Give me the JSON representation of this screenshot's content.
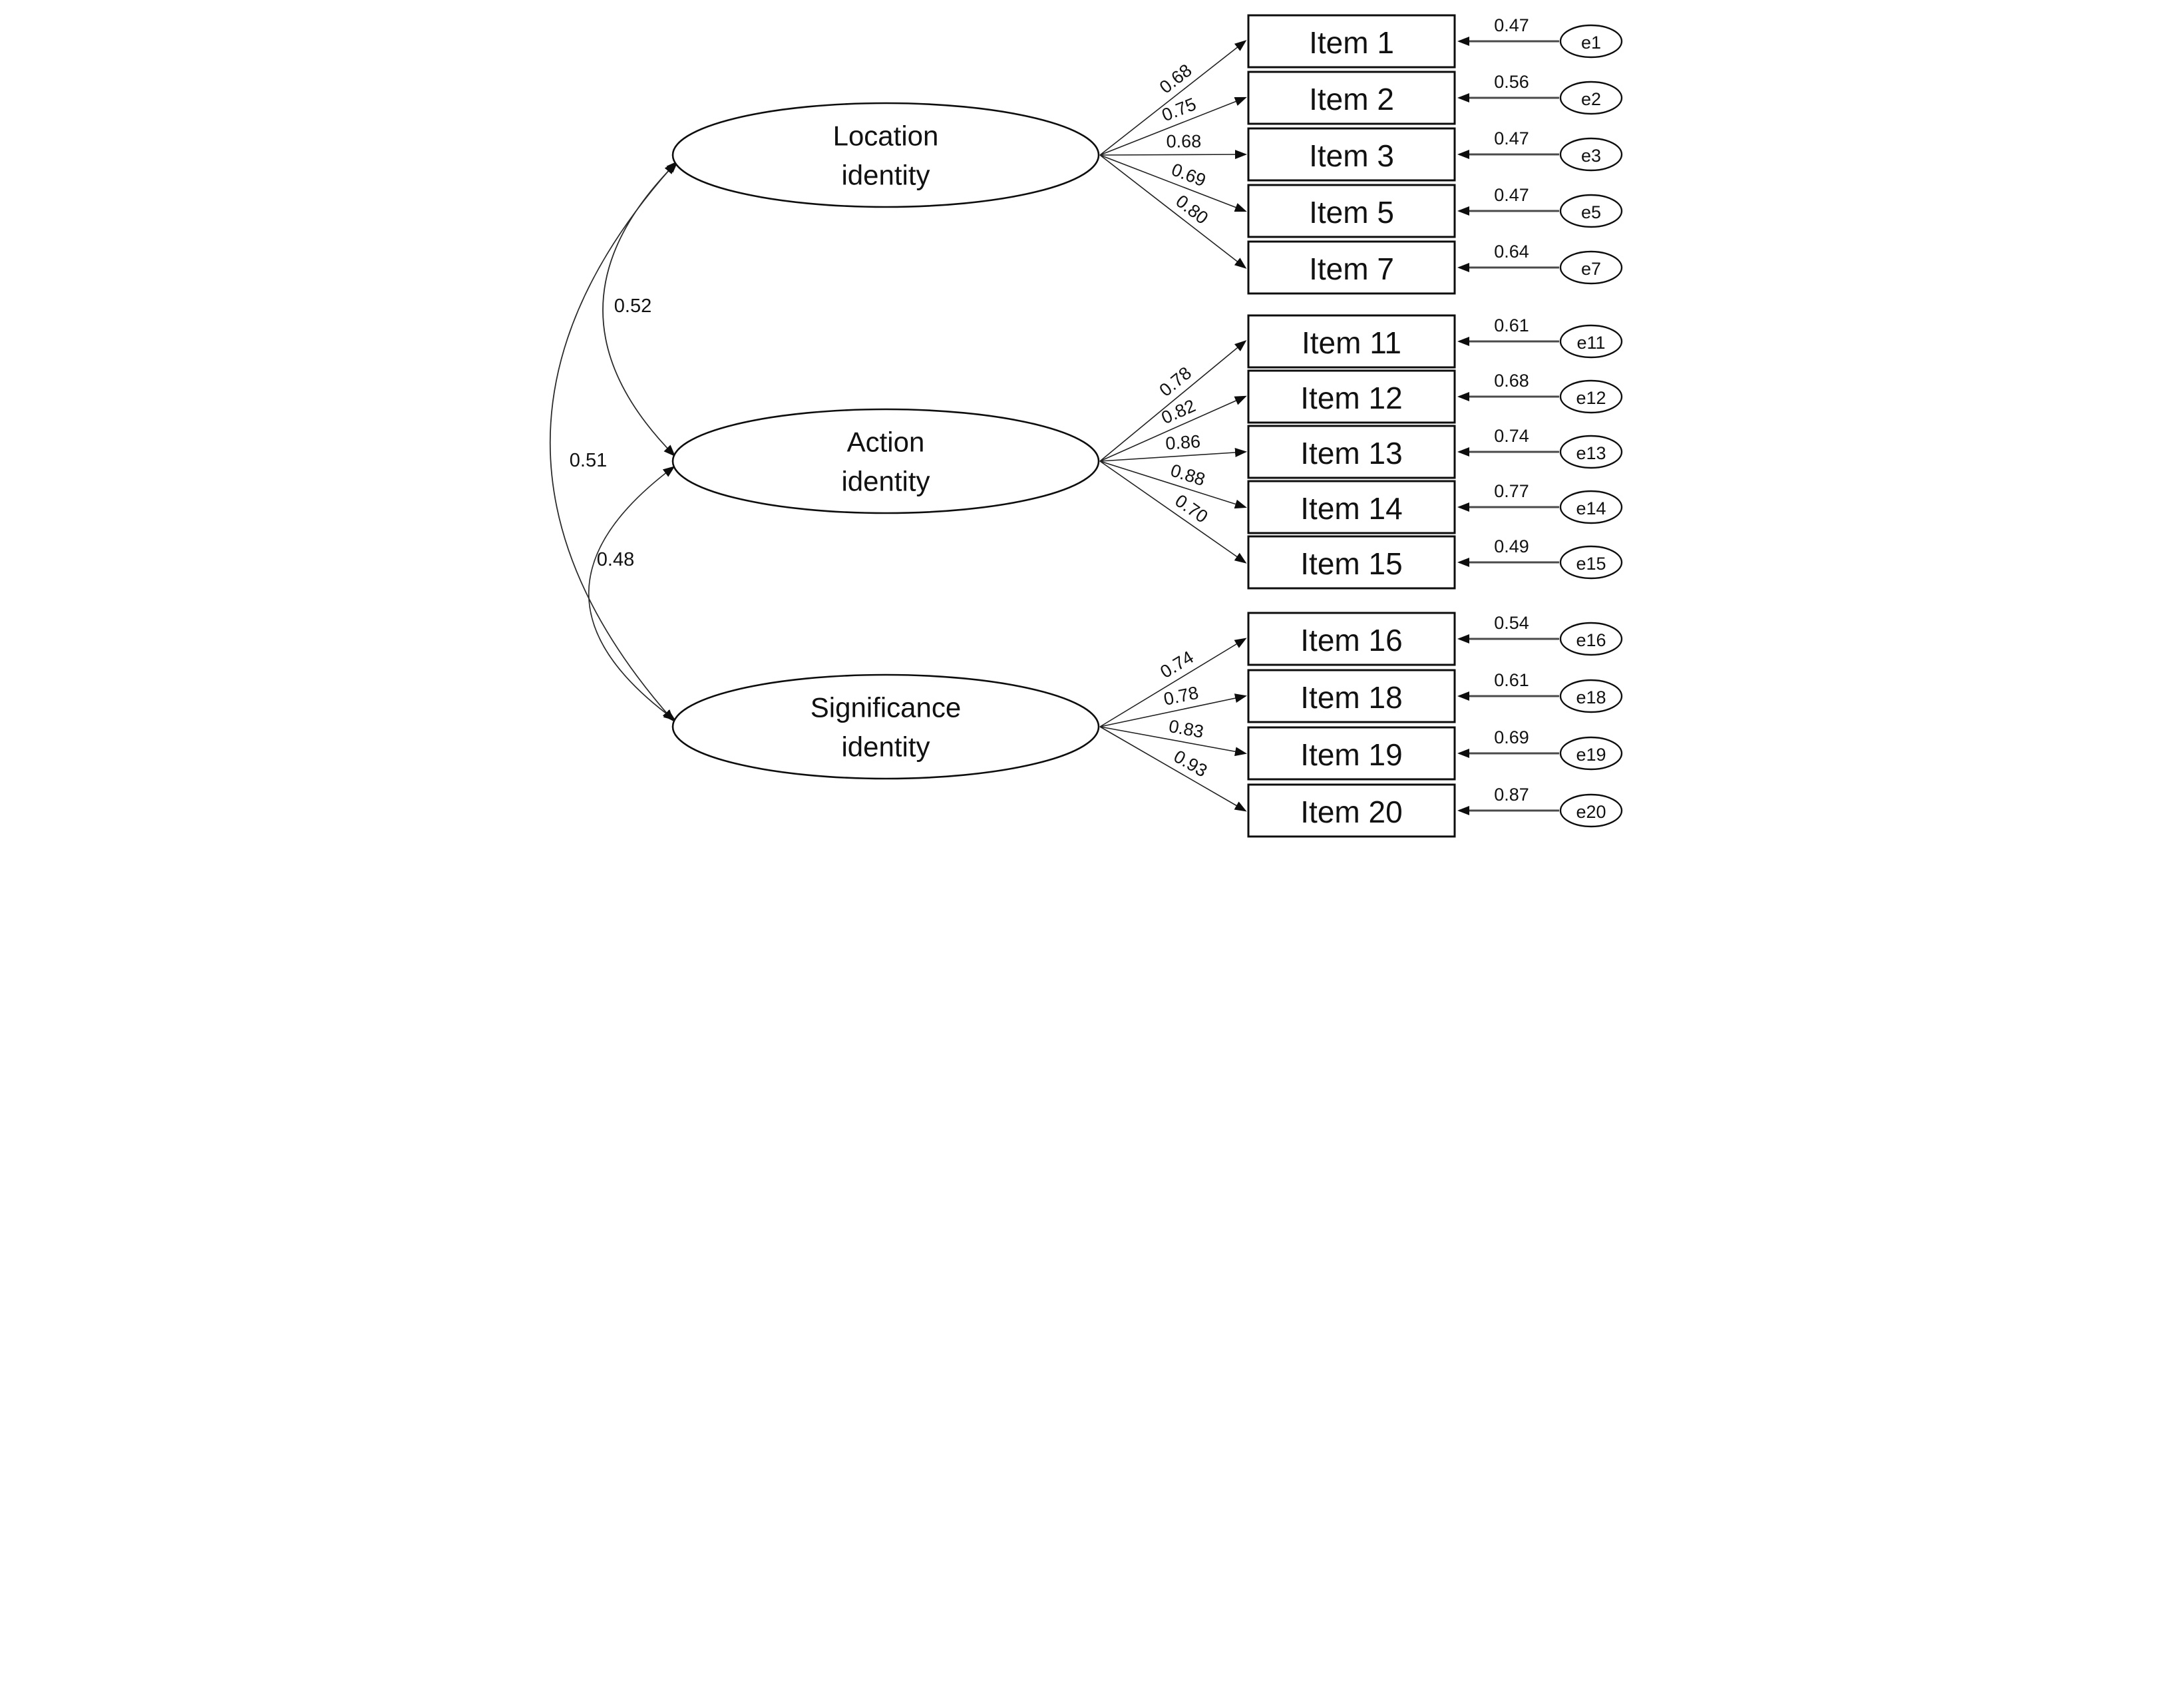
{
  "diagram": {
    "kind": "confirmatory factor analysis path diagram",
    "colors": {
      "stroke": "#0d0d0d",
      "background": "#ffffff"
    },
    "factors": [
      {
        "name": "Location identity",
        "lines": [
          "Location",
          "identity"
        ],
        "items": [
          {
            "label": "Item 1",
            "loading": "0.68",
            "error": {
              "name": "e1",
              "value": "0.47"
            }
          },
          {
            "label": "Item 2",
            "loading": "0.75",
            "error": {
              "name": "e2",
              "value": "0.56"
            }
          },
          {
            "label": "Item 3",
            "loading": "0.68",
            "error": {
              "name": "e3",
              "value": "0.47"
            }
          },
          {
            "label": "Item 5",
            "loading": "0.69",
            "error": {
              "name": "e5",
              "value": "0.47"
            }
          },
          {
            "label": "Item 7",
            "loading": "0.80",
            "error": {
              "name": "e7",
              "value": "0.64"
            }
          }
        ]
      },
      {
        "name": "Action identity",
        "lines": [
          "Action",
          "identity"
        ],
        "items": [
          {
            "label": "Item 11",
            "loading": "0.78",
            "error": {
              "name": "e11",
              "value": "0.61"
            }
          },
          {
            "label": "Item 12",
            "loading": "0.82",
            "error": {
              "name": "e12",
              "value": "0.68"
            }
          },
          {
            "label": "Item 13",
            "loading": "0.86",
            "error": {
              "name": "e13",
              "value": "0.74"
            }
          },
          {
            "label": "Item 14",
            "loading": "0.88",
            "error": {
              "name": "e14",
              "value": "0.77"
            }
          },
          {
            "label": "Item 15",
            "loading": "0.70",
            "error": {
              "name": "e15",
              "value": "0.49"
            }
          }
        ]
      },
      {
        "name": "Significance identity",
        "lines": [
          "Significance",
          "identity"
        ],
        "items": [
          {
            "label": "Item 16",
            "loading": "0.74",
            "error": {
              "name": "e16",
              "value": "0.54"
            }
          },
          {
            "label": "Item 18",
            "loading": "0.78",
            "error": {
              "name": "e18",
              "value": "0.61"
            }
          },
          {
            "label": "Item 19",
            "loading": "0.83",
            "error": {
              "name": "e19",
              "value": "0.69"
            }
          },
          {
            "label": "Item 20",
            "loading": "0.93",
            "error": {
              "name": "e20",
              "value": "0.87"
            }
          }
        ]
      }
    ],
    "correlations": [
      {
        "between": [
          "Location identity",
          "Action identity"
        ],
        "value": "0.52"
      },
      {
        "between": [
          "Location identity",
          "Significance identity"
        ],
        "value": "0.51"
      },
      {
        "between": [
          "Action identity",
          "Significance identity"
        ],
        "value": "0.48"
      }
    ]
  }
}
